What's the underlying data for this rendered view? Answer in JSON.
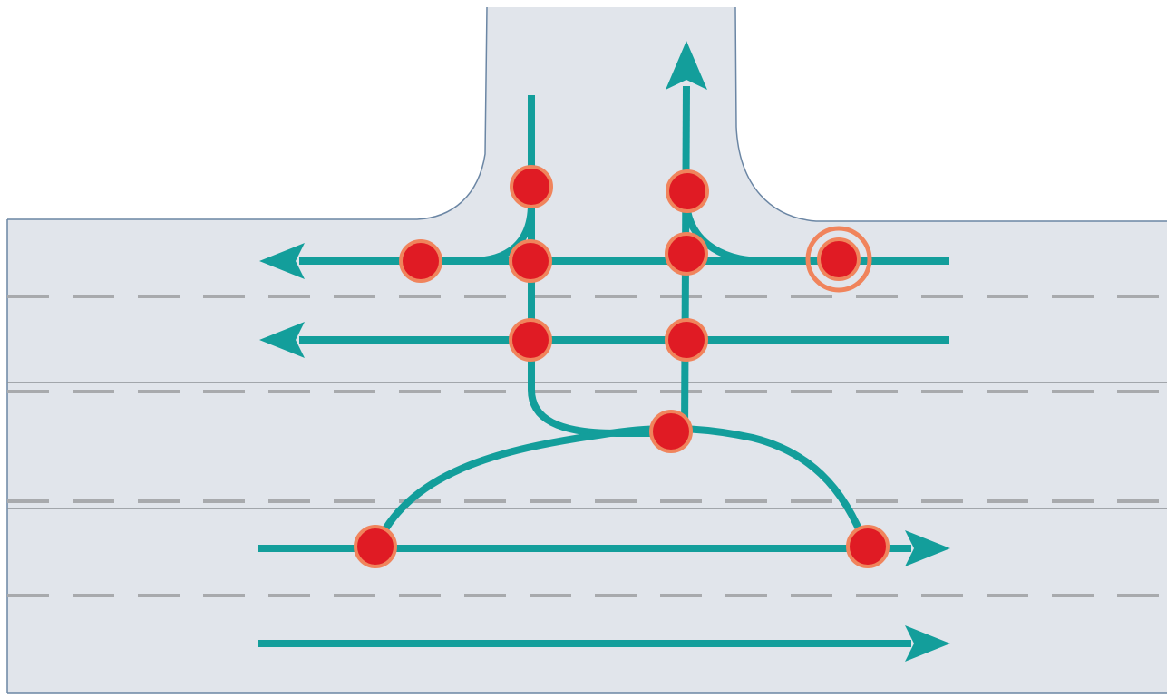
{
  "diagram": {
    "kind": "t-intersection-conflict-points",
    "colors": {
      "road": "#e1e5eb",
      "road_edge": "#6b86a4",
      "lane_dash": "#a8aaad",
      "median_line": "#8e9296",
      "path": "#139e9b",
      "conflict_point": "#e01b24",
      "conflict_point_ring": "#f0845c"
    },
    "paths": [
      {
        "id": "westbound-near-lane",
        "type": "through",
        "arrow": "west-arrow"
      },
      {
        "id": "westbound-far-lane",
        "type": "through",
        "arrow": "west-arrow"
      },
      {
        "id": "eastbound-inner-lane",
        "type": "through",
        "arrow": "east-arrow"
      },
      {
        "id": "eastbound-outer-lane",
        "type": "through",
        "arrow": "east-arrow"
      },
      {
        "id": "side-street-left-turn",
        "type": "turn"
      },
      {
        "id": "side-street-right-turn",
        "type": "turn"
      },
      {
        "id": "left-turn-into-side-street",
        "type": "turn",
        "arrow": "north-arrow"
      },
      {
        "id": "right-turn-into-side-street",
        "type": "turn"
      },
      {
        "id": "u-turn-from-side-street",
        "type": "turn"
      },
      {
        "id": "u-turn-arc",
        "type": "turn"
      }
    ],
    "conflict_points": [
      {
        "id": "cp-1",
        "style": "solid"
      },
      {
        "id": "cp-2",
        "style": "solid"
      },
      {
        "id": "cp-3",
        "style": "solid"
      },
      {
        "id": "cp-4",
        "style": "solid"
      },
      {
        "id": "cp-5",
        "style": "solid"
      },
      {
        "id": "cp-6",
        "style": "ringed"
      },
      {
        "id": "cp-7",
        "style": "solid"
      },
      {
        "id": "cp-8",
        "style": "solid"
      },
      {
        "id": "cp-9",
        "style": "solid"
      },
      {
        "id": "cp-10",
        "style": "solid"
      },
      {
        "id": "cp-11",
        "style": "solid"
      }
    ]
  }
}
